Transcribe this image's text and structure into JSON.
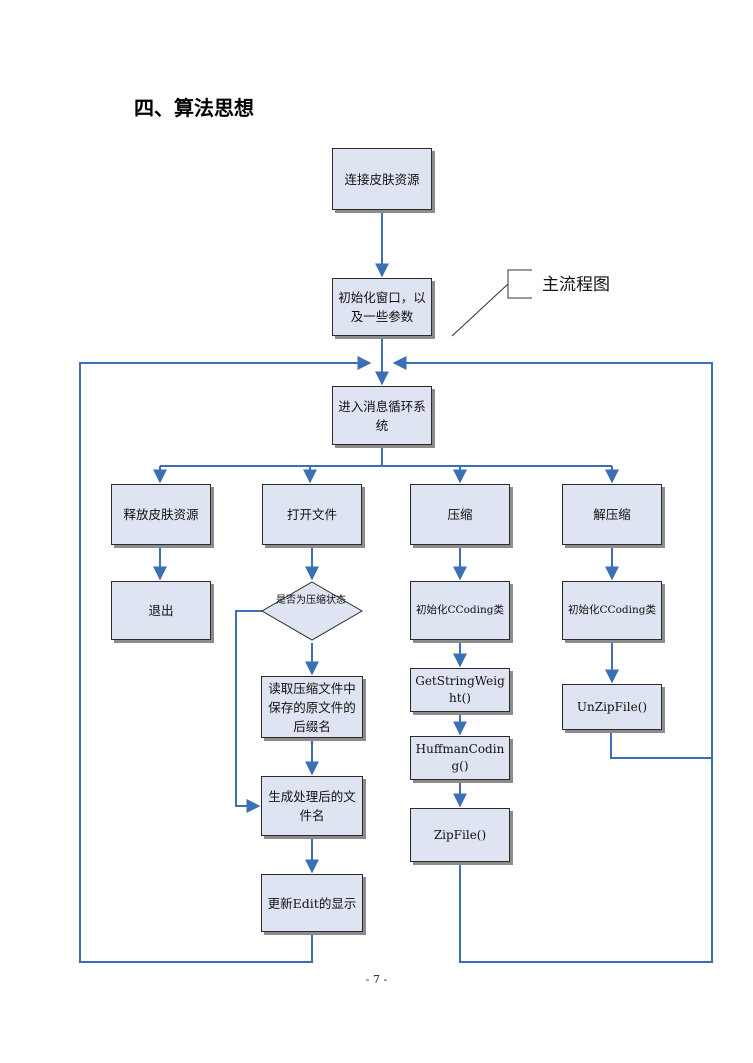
{
  "heading": "四、算法思想",
  "callout": "主流程图",
  "nodes": {
    "connect_skin": "连接皮肤资源",
    "init_window": "初始化窗口，以及一些参数",
    "msg_loop": "进入消息循环系统",
    "release_skin": "释放皮肤资源",
    "exit": "退出",
    "open_file": "打开文件",
    "is_compressed": "是否为压缩状态",
    "read_suffix": "读取压缩文件中保存的原文件的后缀名",
    "gen_name": "生成处理后的文件名",
    "update_edit": "更新Edit的显示",
    "compress": "压缩",
    "init_ccoding": "初始化CCoding类",
    "get_weight": "GetStringWeight()",
    "huffman": "HuffmanCoding()",
    "zipfile": "ZipFile()",
    "decompress": "解压缩",
    "init_ccoding2": "初始化CCoding类",
    "unzipfile": "UnZipFile()"
  },
  "page_number": "- 7 -",
  "colors": {
    "box_fill": "#dfe4f2",
    "arrow": "#3b6fb6",
    "outline": "#2b2b2b"
  }
}
